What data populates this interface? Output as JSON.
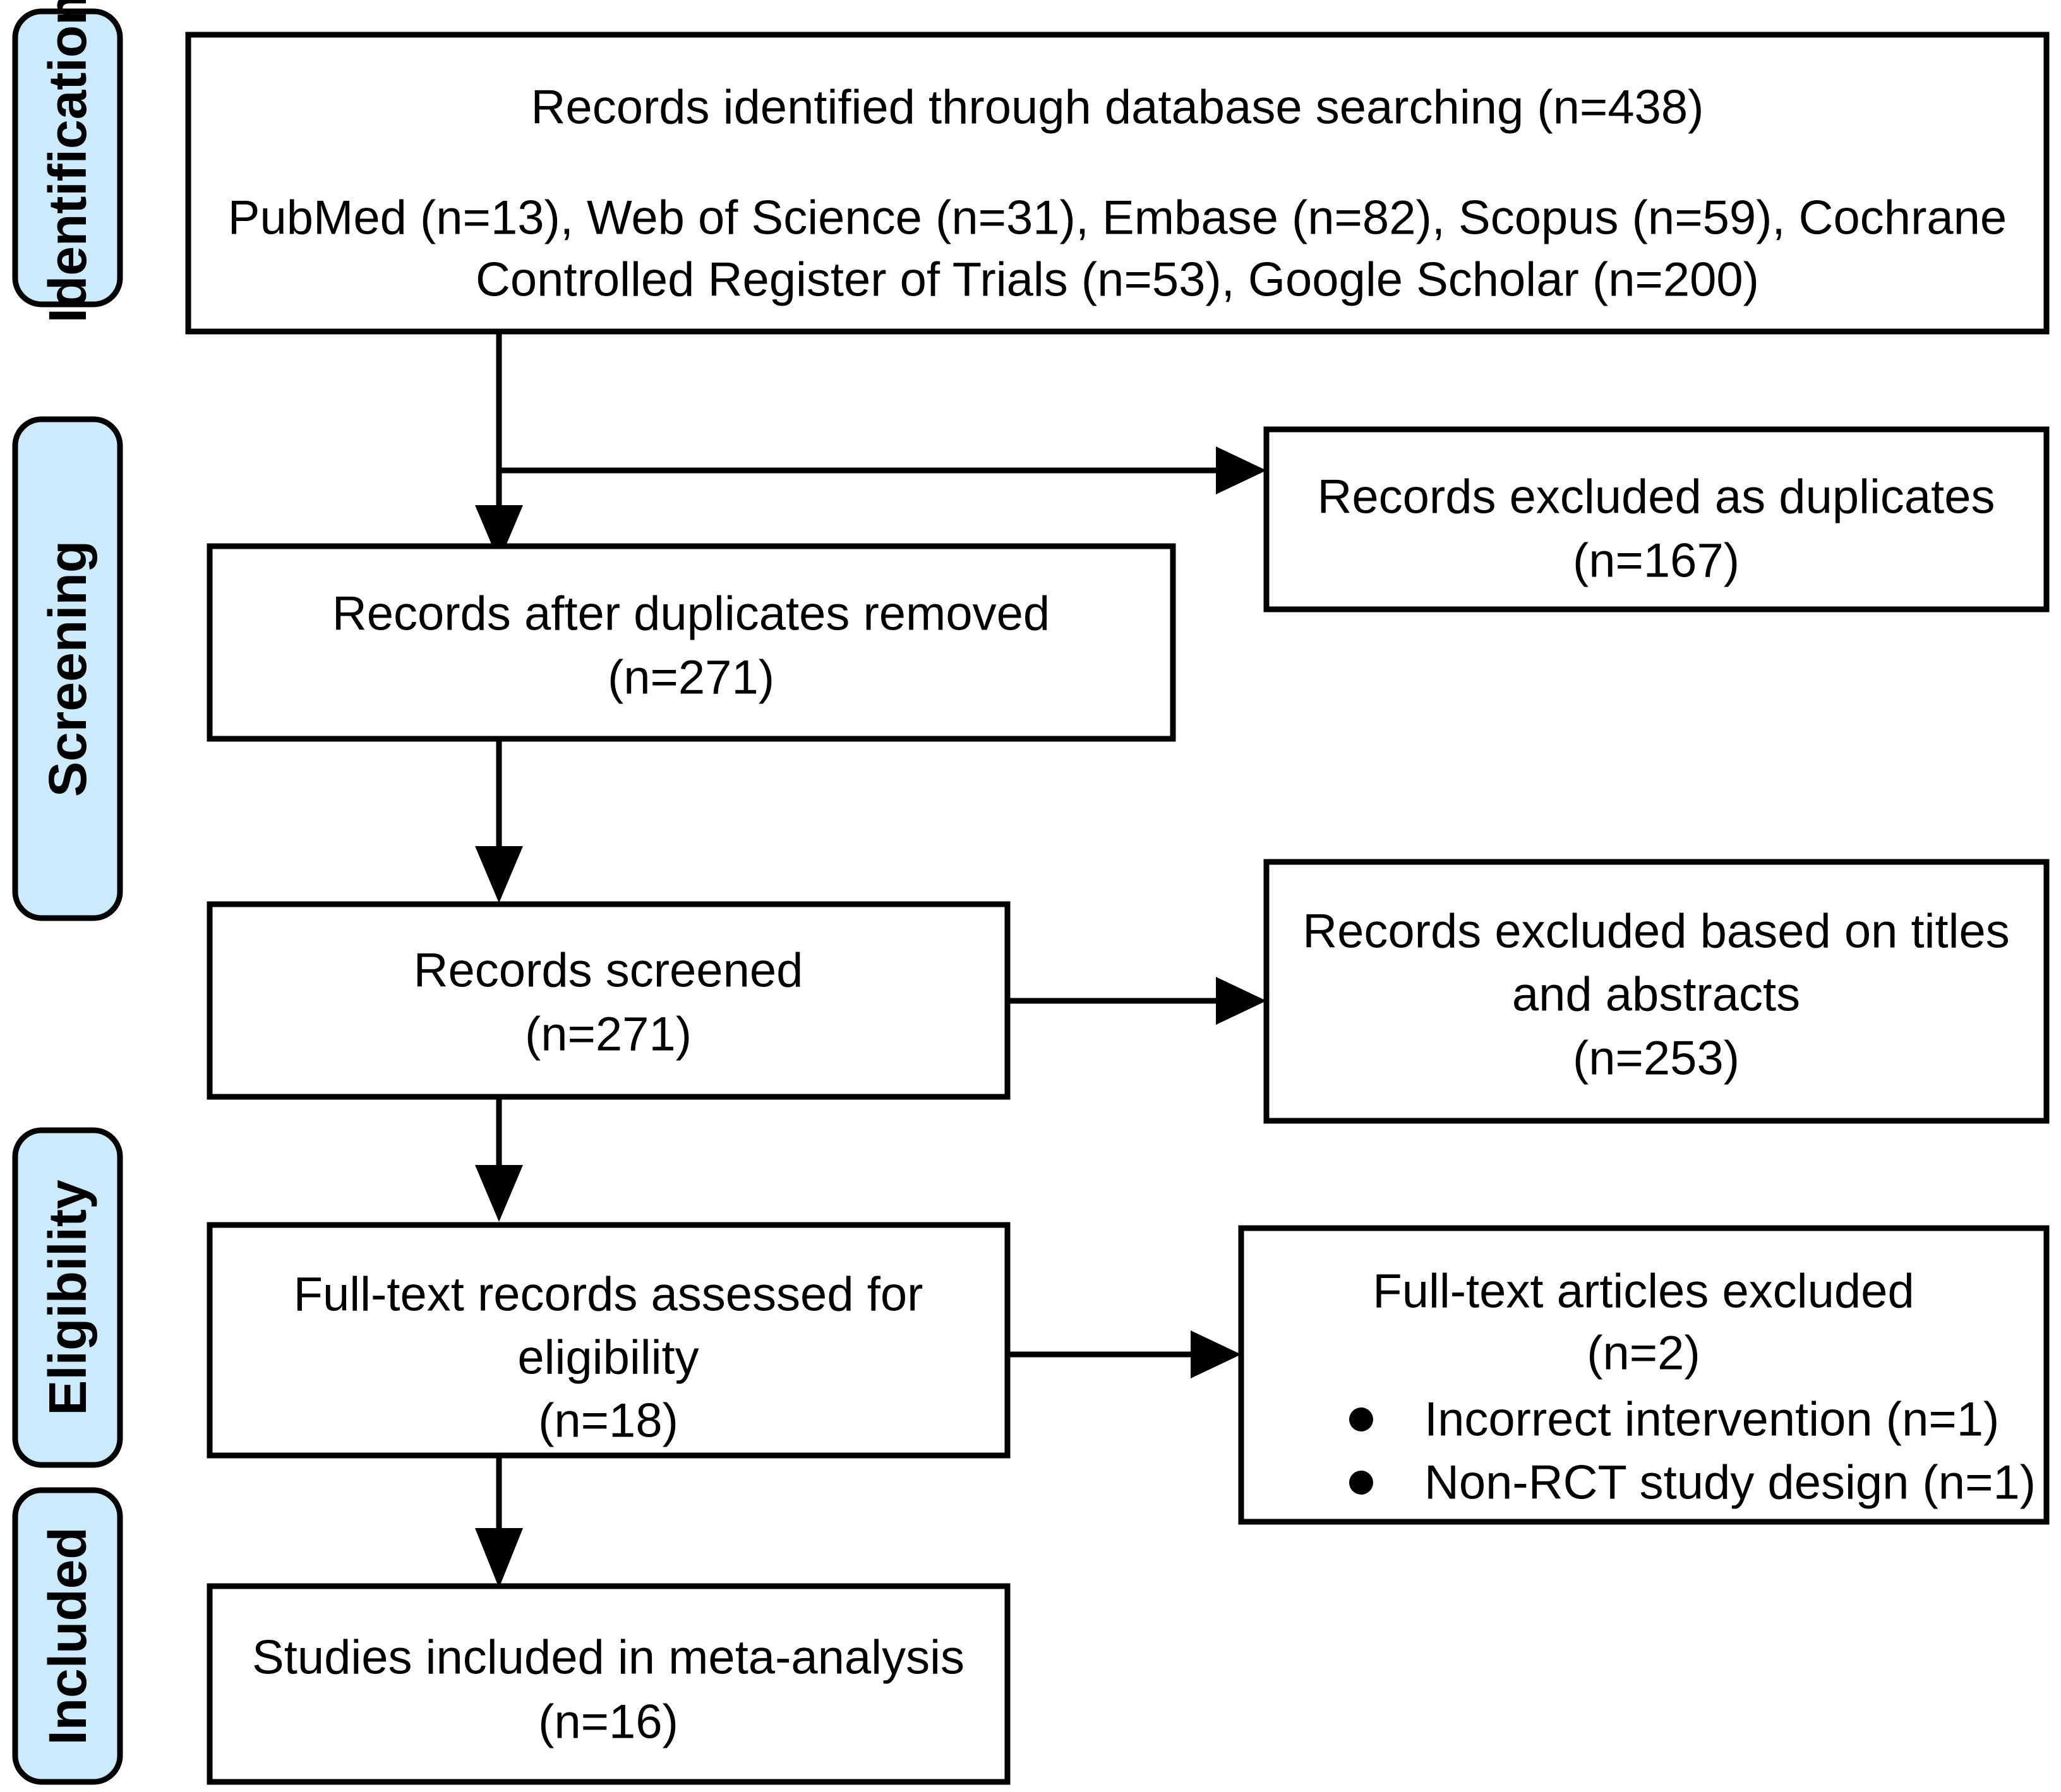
{
  "figure": {
    "type": "prisma-flow-diagram",
    "accent_color": "#cbeafc",
    "line_color": "#000000",
    "background": "#ffffff"
  },
  "stages": [
    {
      "id": "identification",
      "label": "Identification"
    },
    {
      "id": "screening",
      "label": "Screening"
    },
    {
      "id": "eligibility",
      "label": "Eligibility"
    },
    {
      "id": "included",
      "label": "Included"
    }
  ],
  "boxes": {
    "identified": {
      "lines": [
        "Records identified through database searching (n=438)",
        "",
        "PubMed (n=13), Web of Science (n=31), Embase (n=82), Scopus (n=59), Cochrane",
        "Controlled Register of Trials (n=53), Google Scholar (n=200)"
      ],
      "line1": "Records identified through database searching (n=438)",
      "line2": "PubMed (n=13), Web of Science (n=31), Embase (n=82), Scopus (n=59), Cochrane",
      "line3": "Controlled Register of Trials (n=53), Google Scholar (n=200)"
    },
    "duplicates_excluded": {
      "line1": "Records excluded as duplicates",
      "line2": "(n=167)"
    },
    "after_duplicates": {
      "line1": "Records after duplicates removed",
      "line2": "(n=271)"
    },
    "screened": {
      "line1": "Records screened",
      "line2": "(n=271)"
    },
    "title_abstract_excluded": {
      "line1": "Records excluded based on titles",
      "line2": "and abstracts",
      "line3": "(n=253)"
    },
    "fulltext_assessed": {
      "line1": "Full-text records assessed for",
      "line2": "eligibility",
      "line3": "(n=18)"
    },
    "fulltext_excluded": {
      "line1": "Full-text articles excluded",
      "line2": "(n=2)",
      "bullets": [
        "Incorrect intervention (n=1)",
        "Non-RCT study design (n=1)"
      ]
    },
    "included_studies": {
      "line1": "Studies included in meta-analysis",
      "line2": "(n=16)"
    }
  },
  "counts": {
    "records_identified": 438,
    "pubmed": 13,
    "web_of_science": 31,
    "embase": 82,
    "scopus": 59,
    "cochrane_controlled_register_of_trials": 53,
    "google_scholar": 200,
    "duplicates_excluded": 167,
    "after_duplicates_removed": 271,
    "records_screened": 271,
    "excluded_titles_abstracts": 253,
    "fulltext_assessed": 18,
    "fulltext_excluded": 2,
    "incorrect_intervention": 1,
    "non_rct_study_design": 1,
    "studies_included": 16
  }
}
